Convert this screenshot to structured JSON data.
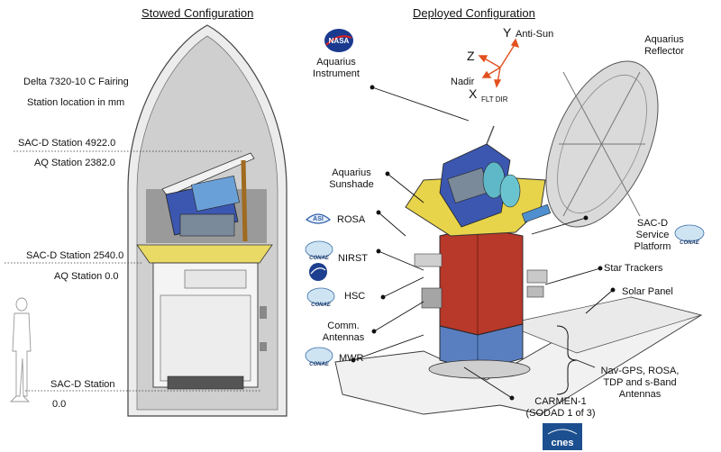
{
  "titles": {
    "stowed": "Stowed Configuration",
    "deployed": "Deployed Configuration"
  },
  "stowed": {
    "fairing": "Delta 7320-10 C Fairing",
    "station_note": "Station location in mm",
    "sacd_4922": "SAC-D Station 4922.0",
    "aq_2382": "AQ Station 2382.0",
    "sacd_2540": "SAC-D Station 2540.0",
    "aq_0": "AQ Station  0.0",
    "sacd_station": "SAC-D Station",
    "sacd_station_value": "0.0"
  },
  "axes": {
    "y": "Y",
    "y_label": "Anti-Sun",
    "z": "Z",
    "nadir": "Nadir",
    "x": "X",
    "x_label": "FLT DIR"
  },
  "labels": {
    "aquarius_instrument_1": "Aquarius",
    "aquarius_instrument_2": "Instrument",
    "aquarius_reflector_1": "Aquarius",
    "aquarius_reflector_2": "Reflector",
    "aquarius_sunshade_1": "Aquarius",
    "aquarius_sunshade_2": "Sunshade",
    "rosa": "ROSA",
    "nirst": "NIRST",
    "hsc": "HSC",
    "comm_1": "Comm.",
    "comm_2": "Antennas",
    "mwr": "MWR",
    "sacd_sp_1": "SAC-D",
    "sacd_sp_2": "Service",
    "sacd_sp_3": "Platform",
    "star_trackers": "Star Trackers",
    "solar_panel": "Solar Panel",
    "nav_1": "Nav-GPS, ROSA,",
    "nav_2": "TDP and s-Band",
    "nav_3": "Antennas",
    "carmen_1": "CARMEN-1",
    "carmen_2": "(SODAD 1 of 3)"
  },
  "logos": {
    "nasa": "NASA",
    "conae": "CONAE",
    "asi": "ASI",
    "cnes": "cnes"
  },
  "colors": {
    "fairing_gray": "#d8d8d8",
    "bus_red": "#b8382a",
    "bus_blue": "#5a7fc0",
    "sunshade_yellow": "#e8d44a",
    "axis_orange": "#e2501e",
    "cnes_blue": "#1c4f8f"
  }
}
